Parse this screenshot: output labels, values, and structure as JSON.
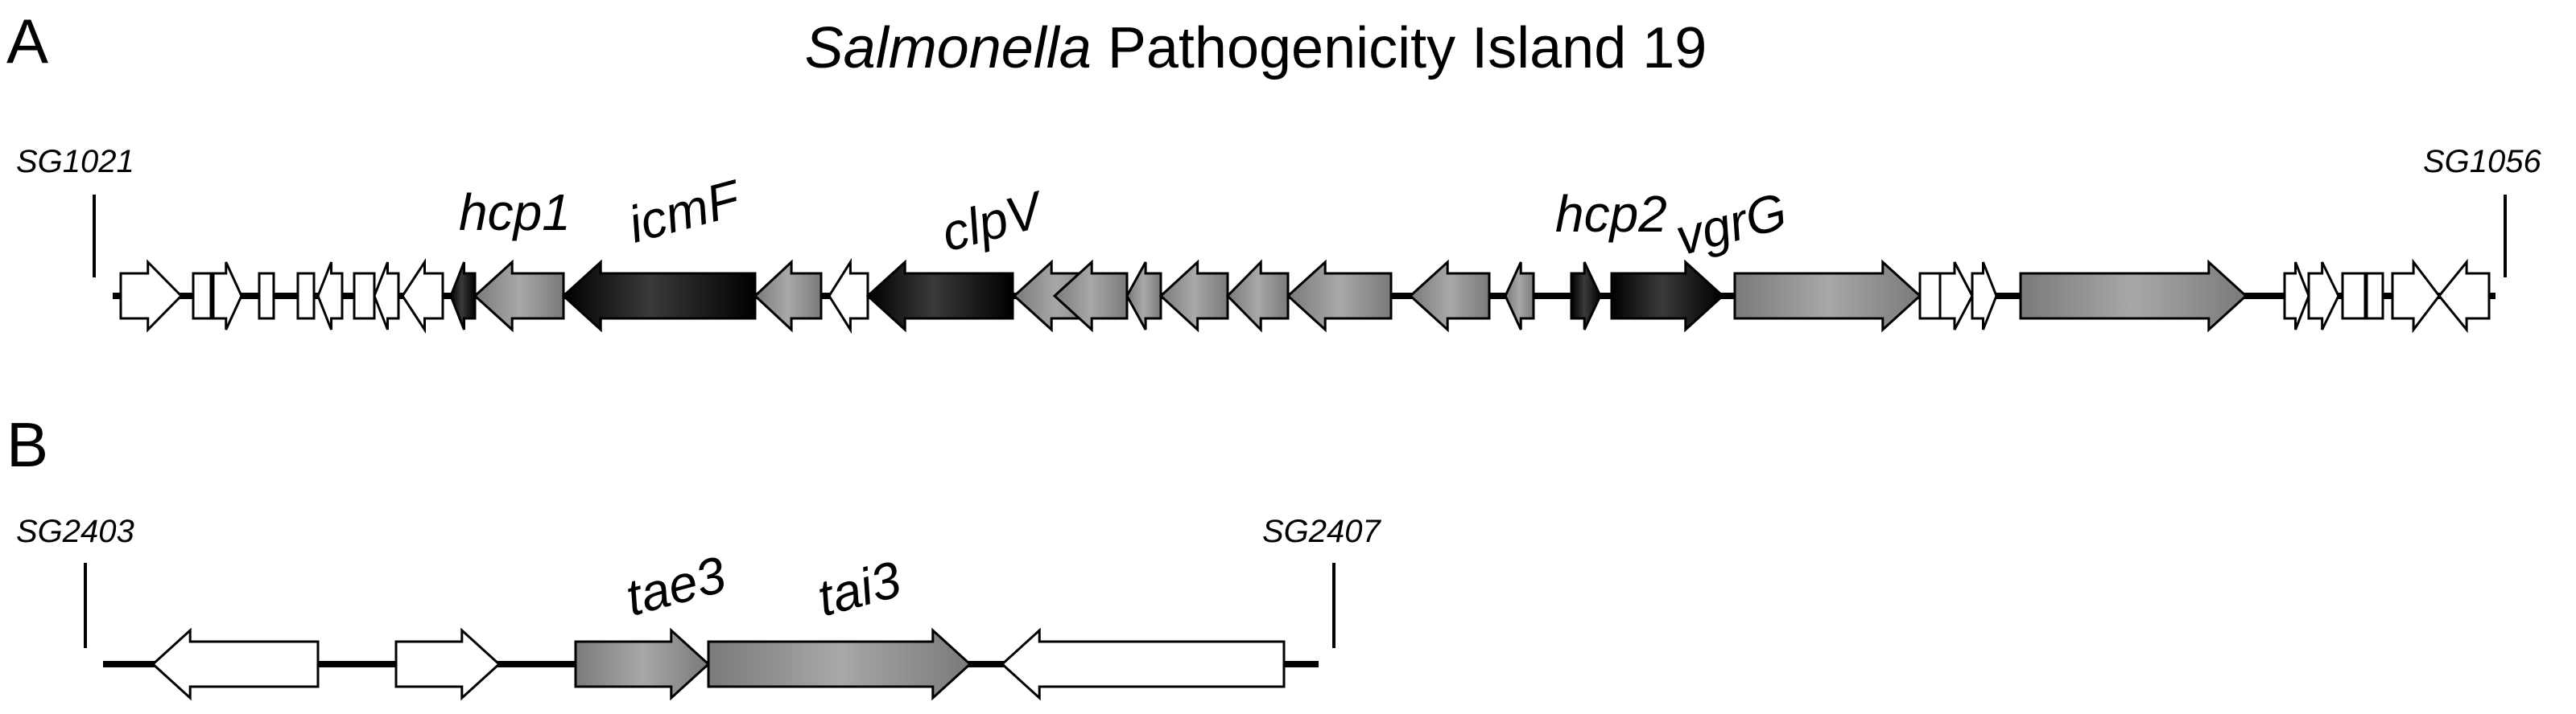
{
  "panel_a": {
    "letter": "A",
    "title_italic": "Salmonella",
    "title_rest": " Pathogenicity Island 19",
    "left_boundary": "SG1021",
    "right_boundary": "SG1056",
    "gene_labels": [
      "hcp1",
      "icmF",
      "clpV",
      "hcp2",
      "vgrG"
    ],
    "genes": [
      {
        "dir": "right",
        "fill": "white"
      },
      {
        "dir": "none",
        "fill": "white"
      },
      {
        "dir": "right",
        "fill": "white"
      },
      {
        "dir": "none",
        "fill": "white"
      },
      {
        "dir": "none",
        "fill": "white"
      },
      {
        "dir": "left",
        "fill": "white"
      },
      {
        "dir": "none",
        "fill": "white"
      },
      {
        "dir": "left",
        "fill": "white"
      },
      {
        "dir": "left",
        "fill": "white"
      },
      {
        "dir": "left",
        "fill": "black",
        "label": "hcp1"
      },
      {
        "dir": "left",
        "fill": "gray"
      },
      {
        "dir": "left",
        "fill": "black",
        "label": "icmF"
      },
      {
        "dir": "left",
        "fill": "gray"
      },
      {
        "dir": "left",
        "fill": "white"
      },
      {
        "dir": "left",
        "fill": "black",
        "label": "clpV"
      },
      {
        "dir": "left",
        "fill": "gray"
      },
      {
        "dir": "left",
        "fill": "gray"
      },
      {
        "dir": "left",
        "fill": "gray"
      },
      {
        "dir": "left",
        "fill": "gray"
      },
      {
        "dir": "left",
        "fill": "gray"
      },
      {
        "dir": "left",
        "fill": "gray"
      },
      {
        "dir": "left",
        "fill": "gray"
      },
      {
        "dir": "left",
        "fill": "gray"
      },
      {
        "dir": "right",
        "fill": "black",
        "label": "hcp2"
      },
      {
        "dir": "right",
        "fill": "black",
        "label": "vgrG"
      },
      {
        "dir": "right",
        "fill": "gray"
      },
      {
        "dir": "none",
        "fill": "white"
      },
      {
        "dir": "right",
        "fill": "white"
      },
      {
        "dir": "right",
        "fill": "white"
      },
      {
        "dir": "right",
        "fill": "gray"
      },
      {
        "dir": "right",
        "fill": "white"
      },
      {
        "dir": "right",
        "fill": "white"
      },
      {
        "dir": "none",
        "fill": "white"
      },
      {
        "dir": "none",
        "fill": "white"
      },
      {
        "dir": "right",
        "fill": "white"
      },
      {
        "dir": "left",
        "fill": "white"
      }
    ]
  },
  "panel_b": {
    "letter": "B",
    "left_boundary": "SG2403",
    "right_boundary": "SG2407",
    "gene_labels": [
      "tae3",
      "tai3"
    ],
    "genes": [
      {
        "dir": "left",
        "fill": "white"
      },
      {
        "dir": "right",
        "fill": "white"
      },
      {
        "dir": "right",
        "fill": "gray",
        "label": "tae3"
      },
      {
        "dir": "right",
        "fill": "gray",
        "label": "tai3"
      },
      {
        "dir": "left",
        "fill": "white"
      }
    ]
  }
}
